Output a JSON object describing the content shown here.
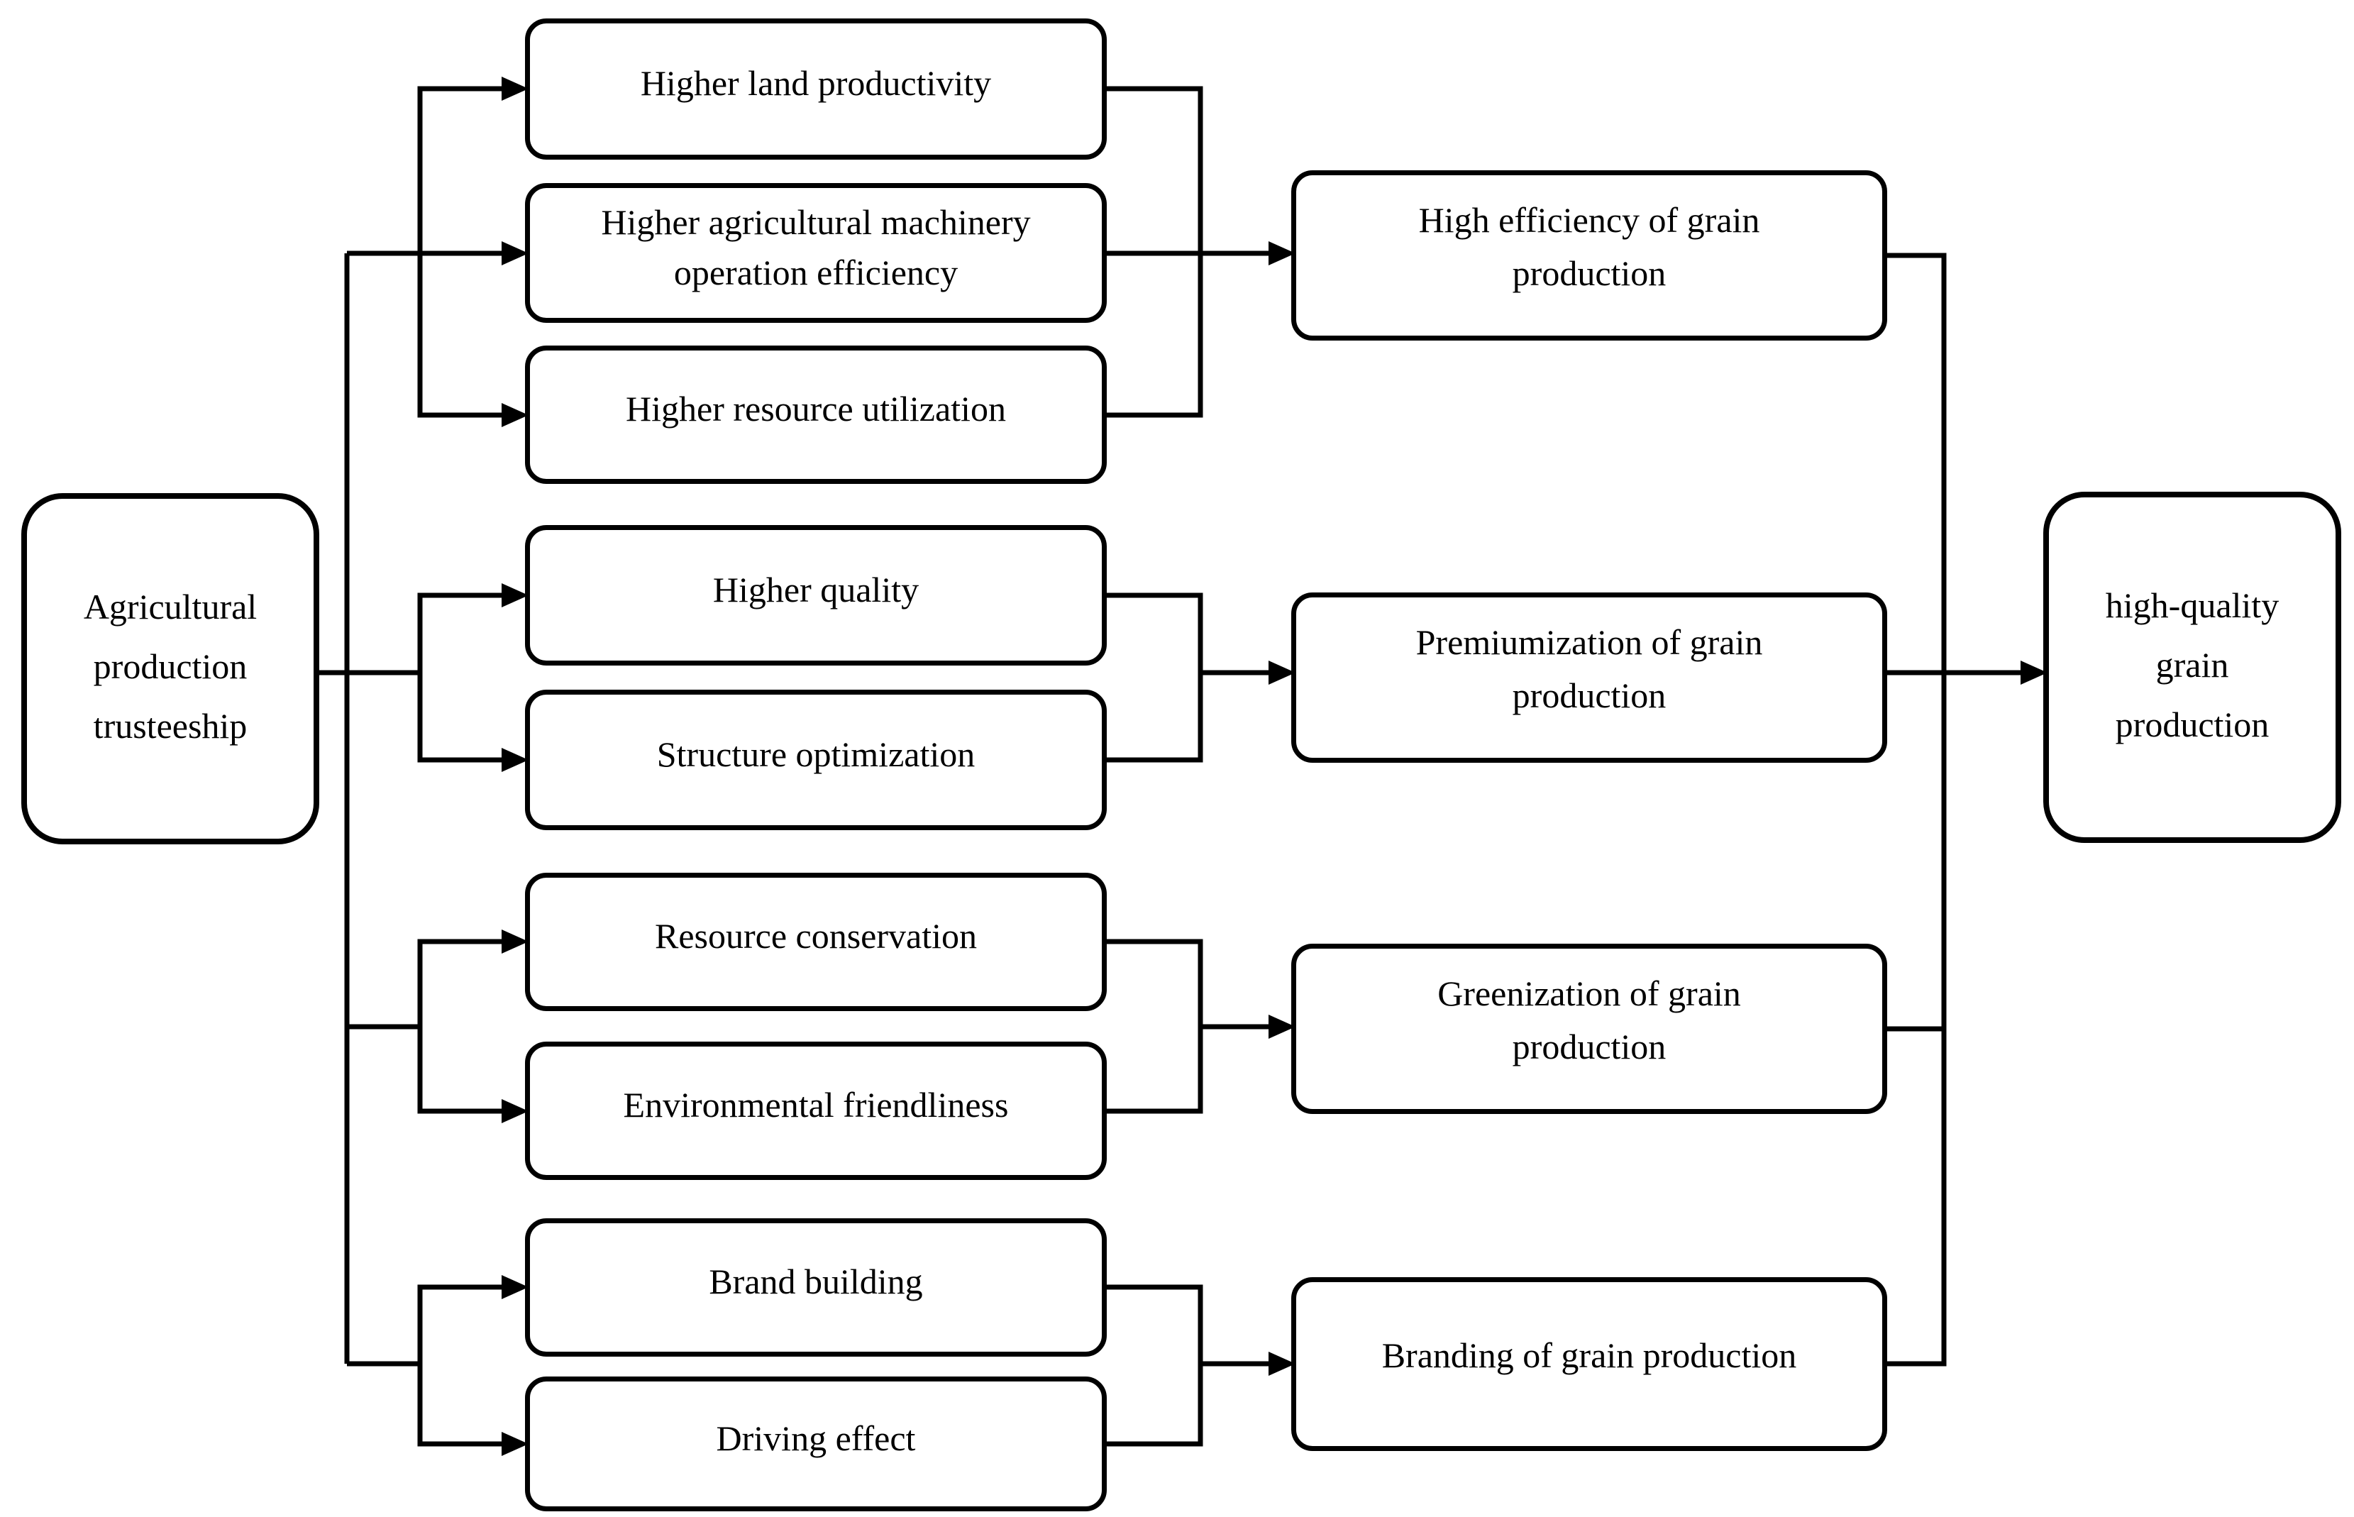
{
  "diagram": {
    "source": {
      "label": "Agricultural production trusteeship"
    },
    "groups": [
      {
        "factors": [
          "Higher land productivity",
          "Higher agricultural machinery operation efficiency",
          "Higher resource utilization"
        ],
        "outcome": "High efficiency of grain production"
      },
      {
        "factors": [
          "Higher quality",
          "Structure optimization"
        ],
        "outcome": "Premiumization of grain production"
      },
      {
        "factors": [
          "Resource conservation",
          "Environmental friendliness"
        ],
        "outcome": "Greenization of grain production"
      },
      {
        "factors": [
          "Brand building",
          "Driving effect"
        ],
        "outcome": "Branding of grain production"
      }
    ],
    "target": {
      "label": "high-quality grain production"
    },
    "colors": {
      "stroke": "#000000",
      "node_fill": "#ffffff",
      "background": "#ffffff"
    }
  }
}
